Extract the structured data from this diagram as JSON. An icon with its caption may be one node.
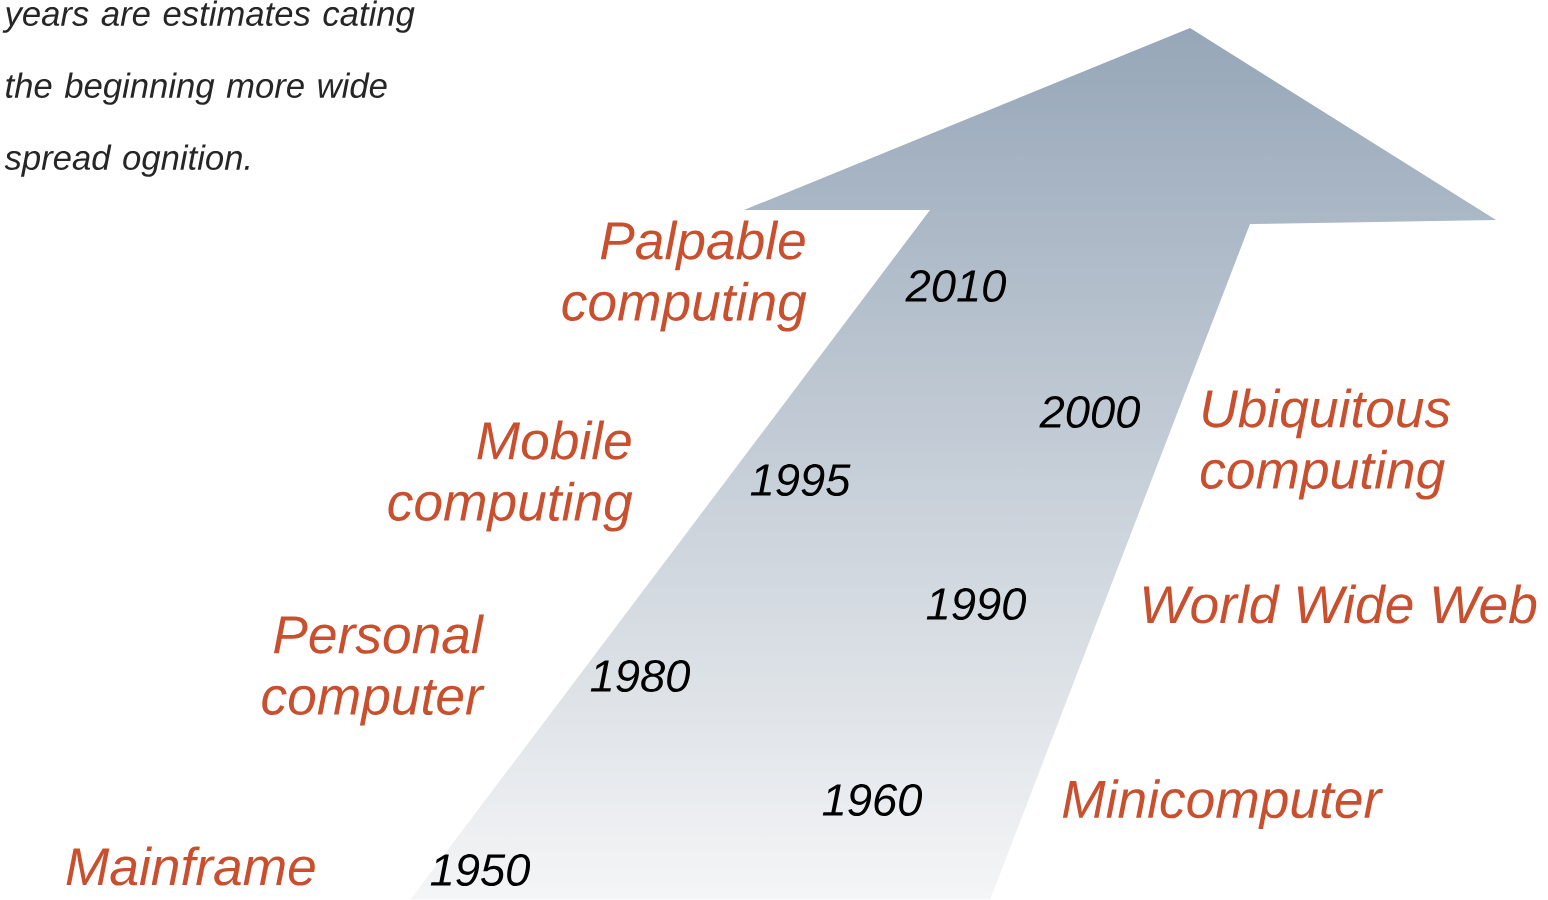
{
  "diagram": {
    "labels": [
      "years are estimates cating the beginning more wide spread ognition.",
      "Palpable computing",
      "2010",
      "2000",
      "Ubiquitous computing",
      "Mobile computing",
      "1995",
      "1990",
      "World Wide Web",
      "Personal computer",
      "1980",
      "1960",
      "Minicomputer",
      "Mainframe",
      "1950"
    ]
  }
}
